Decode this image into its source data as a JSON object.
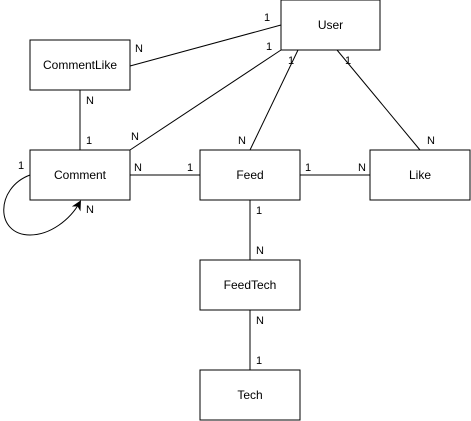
{
  "entities": {
    "user": "User",
    "commentlike": "CommentLike",
    "comment": "Comment",
    "feed": "Feed",
    "like": "Like",
    "feedtech": "FeedTech",
    "tech": "Tech"
  },
  "relationships": [
    {
      "id": "commentlike-user",
      "from": "CommentLike",
      "to": "User",
      "from_card": "N",
      "to_card": "1"
    },
    {
      "id": "comment-user",
      "from": "Comment",
      "to": "User",
      "from_card": "N",
      "to_card": "1"
    },
    {
      "id": "feed-user",
      "from": "Feed",
      "to": "User",
      "from_card": "N",
      "to_card": "1"
    },
    {
      "id": "like-user",
      "from": "Like",
      "to": "User",
      "from_card": "N",
      "to_card": "1"
    },
    {
      "id": "comment-commentlike",
      "from": "Comment",
      "to": "CommentLike",
      "from_card": "1",
      "to_card": "N"
    },
    {
      "id": "comment-feed",
      "from": "Comment",
      "to": "Feed",
      "from_card": "N",
      "to_card": "1"
    },
    {
      "id": "feed-like",
      "from": "Feed",
      "to": "Like",
      "from_card": "1",
      "to_card": "N"
    },
    {
      "id": "feed-feedtech",
      "from": "Feed",
      "to": "FeedTech",
      "from_card": "1",
      "to_card": "N"
    },
    {
      "id": "feedtech-tech",
      "from": "FeedTech",
      "to": "Tech",
      "from_card": "N",
      "to_card": "1"
    },
    {
      "id": "comment-self",
      "from": "Comment",
      "to": "Comment",
      "from_card": "1",
      "to_card": "N"
    }
  ]
}
